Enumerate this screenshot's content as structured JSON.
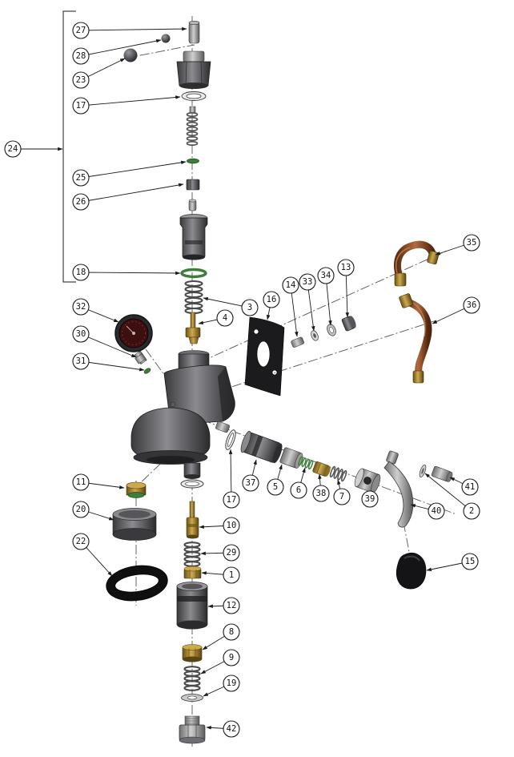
{
  "diagram": {
    "type": "exploded-parts-diagram",
    "callouts": [
      "27",
      "28",
      "23",
      "17",
      "24",
      "25",
      "26",
      "18",
      "32",
      "30",
      "31",
      "3",
      "4",
      "16",
      "14",
      "33",
      "34",
      "13",
      "35",
      "36",
      "37",
      "5",
      "6",
      "38",
      "7",
      "39",
      "40",
      "41",
      "2",
      "15",
      "11",
      "20",
      "22",
      "17",
      "10",
      "29",
      "1",
      "12",
      "8",
      "9",
      "19",
      "42"
    ],
    "colors": {
      "background": "#ffffff",
      "line": "#1a1a1a",
      "centerline": "#555555",
      "metal_gray": "#8b8b90",
      "dark_metal": "#3a3a3c",
      "brass": "#cfa94e",
      "copper": "#b06a3e",
      "oring_green": "#3f7d3a",
      "rubber_black": "#121212",
      "gauge_face": "#3d0f10"
    }
  }
}
